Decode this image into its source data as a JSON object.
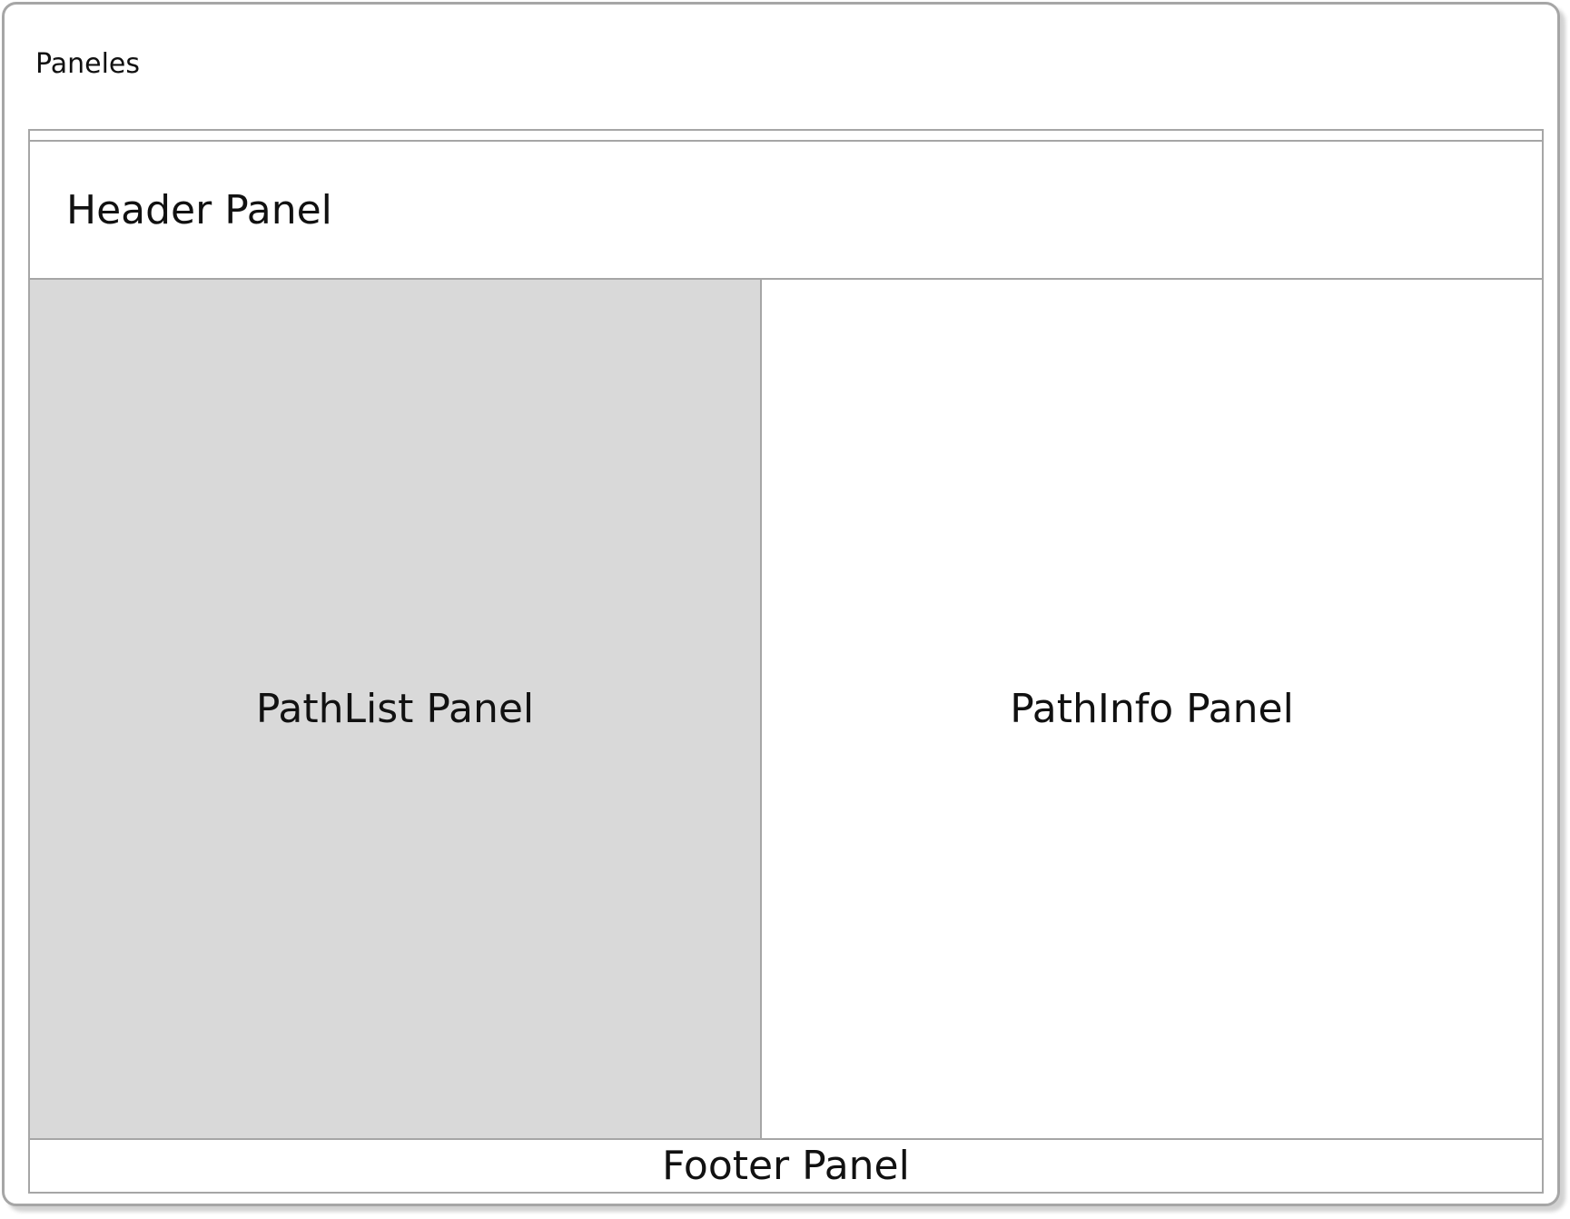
{
  "window": {
    "title": "Paneles"
  },
  "panels": {
    "header": "Header Panel",
    "pathlist": "PathList Panel",
    "pathinfo": "PathInfo Panel",
    "footer": "Footer Panel"
  },
  "colors": {
    "border": "#a6a6a6",
    "pathlist_fill": "#d9d9d9",
    "background": "#ffffff"
  }
}
